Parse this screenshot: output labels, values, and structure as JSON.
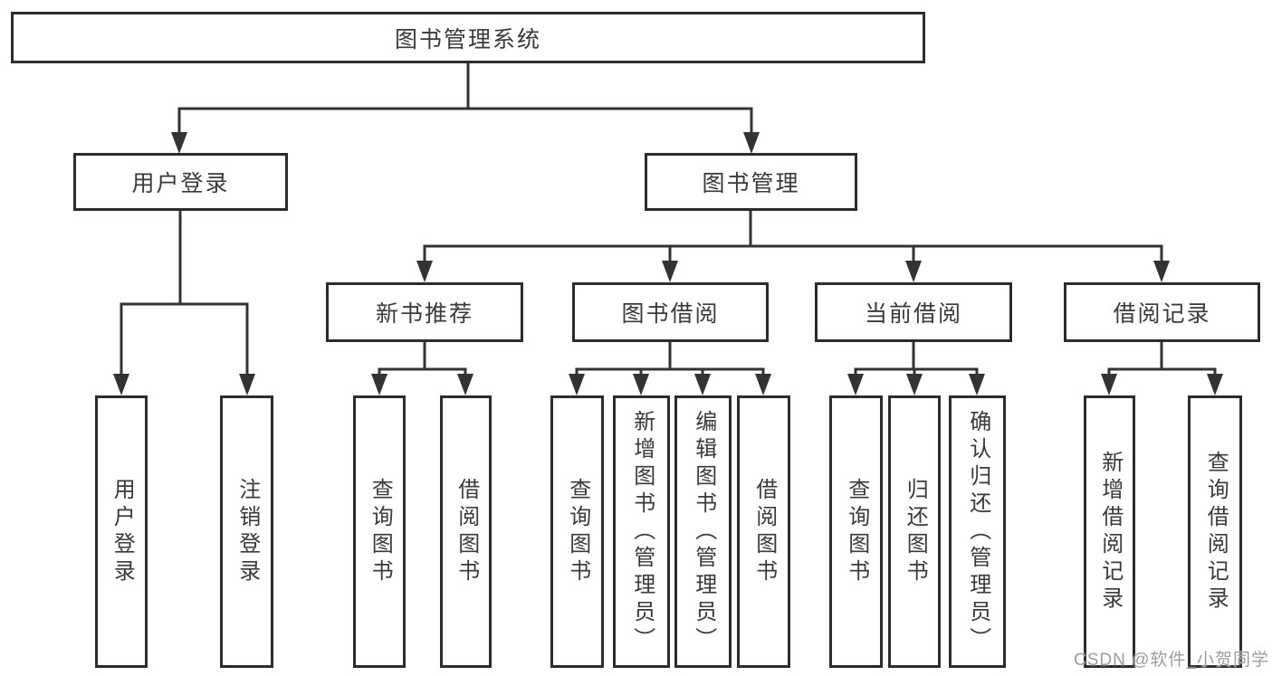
{
  "nodes": {
    "root": {
      "label": "图书管理系统"
    },
    "level2": [
      {
        "label": "用户登录"
      },
      {
        "label": "图书管理"
      }
    ],
    "level3": [
      {
        "label": "新书推荐"
      },
      {
        "label": "图书借阅"
      },
      {
        "label": "当前借阅"
      },
      {
        "label": "借阅记录"
      }
    ],
    "user_children": [
      {
        "label": "用户登录"
      },
      {
        "label": "注销登录"
      }
    ],
    "recommend_children": [
      {
        "label": "查询图书"
      },
      {
        "label": "借阅图书"
      }
    ],
    "borrow_children": [
      {
        "label": "查询图书"
      },
      {
        "label": "新增图书（管理员）"
      },
      {
        "label": "编辑图书（管理员）"
      },
      {
        "label": "借阅图书"
      }
    ],
    "current_children": [
      {
        "label": "查询图书"
      },
      {
        "label": "归还图书"
      },
      {
        "label": "确认归还（管理员）"
      }
    ],
    "records_children": [
      {
        "label": "新增借阅记录"
      },
      {
        "label": "查询借阅记录"
      }
    ]
  },
  "watermark": {
    "text": "CSDN @软件_小贺同学"
  },
  "colors": {
    "line": "#333333",
    "border": "#2c2c2c",
    "text": "#3a3a3a",
    "watermark": "#9d9d9d",
    "background": "#ffffff"
  }
}
